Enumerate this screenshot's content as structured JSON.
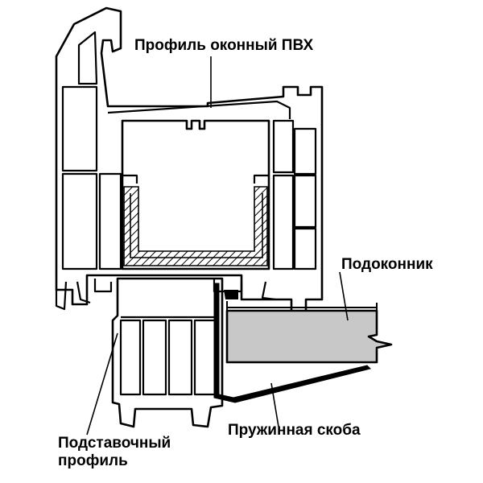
{
  "labels": {
    "window_profile": "Профиль оконный ПВХ",
    "window_sill": "Подоконник",
    "spring_bracket": "Пружинная скоба",
    "base_profile_line1": "Подставочный",
    "base_profile_line2": "профиль"
  },
  "colors": {
    "sill_fill": "#c8c8c8",
    "hatch": "#000000",
    "background": "#ffffff"
  }
}
